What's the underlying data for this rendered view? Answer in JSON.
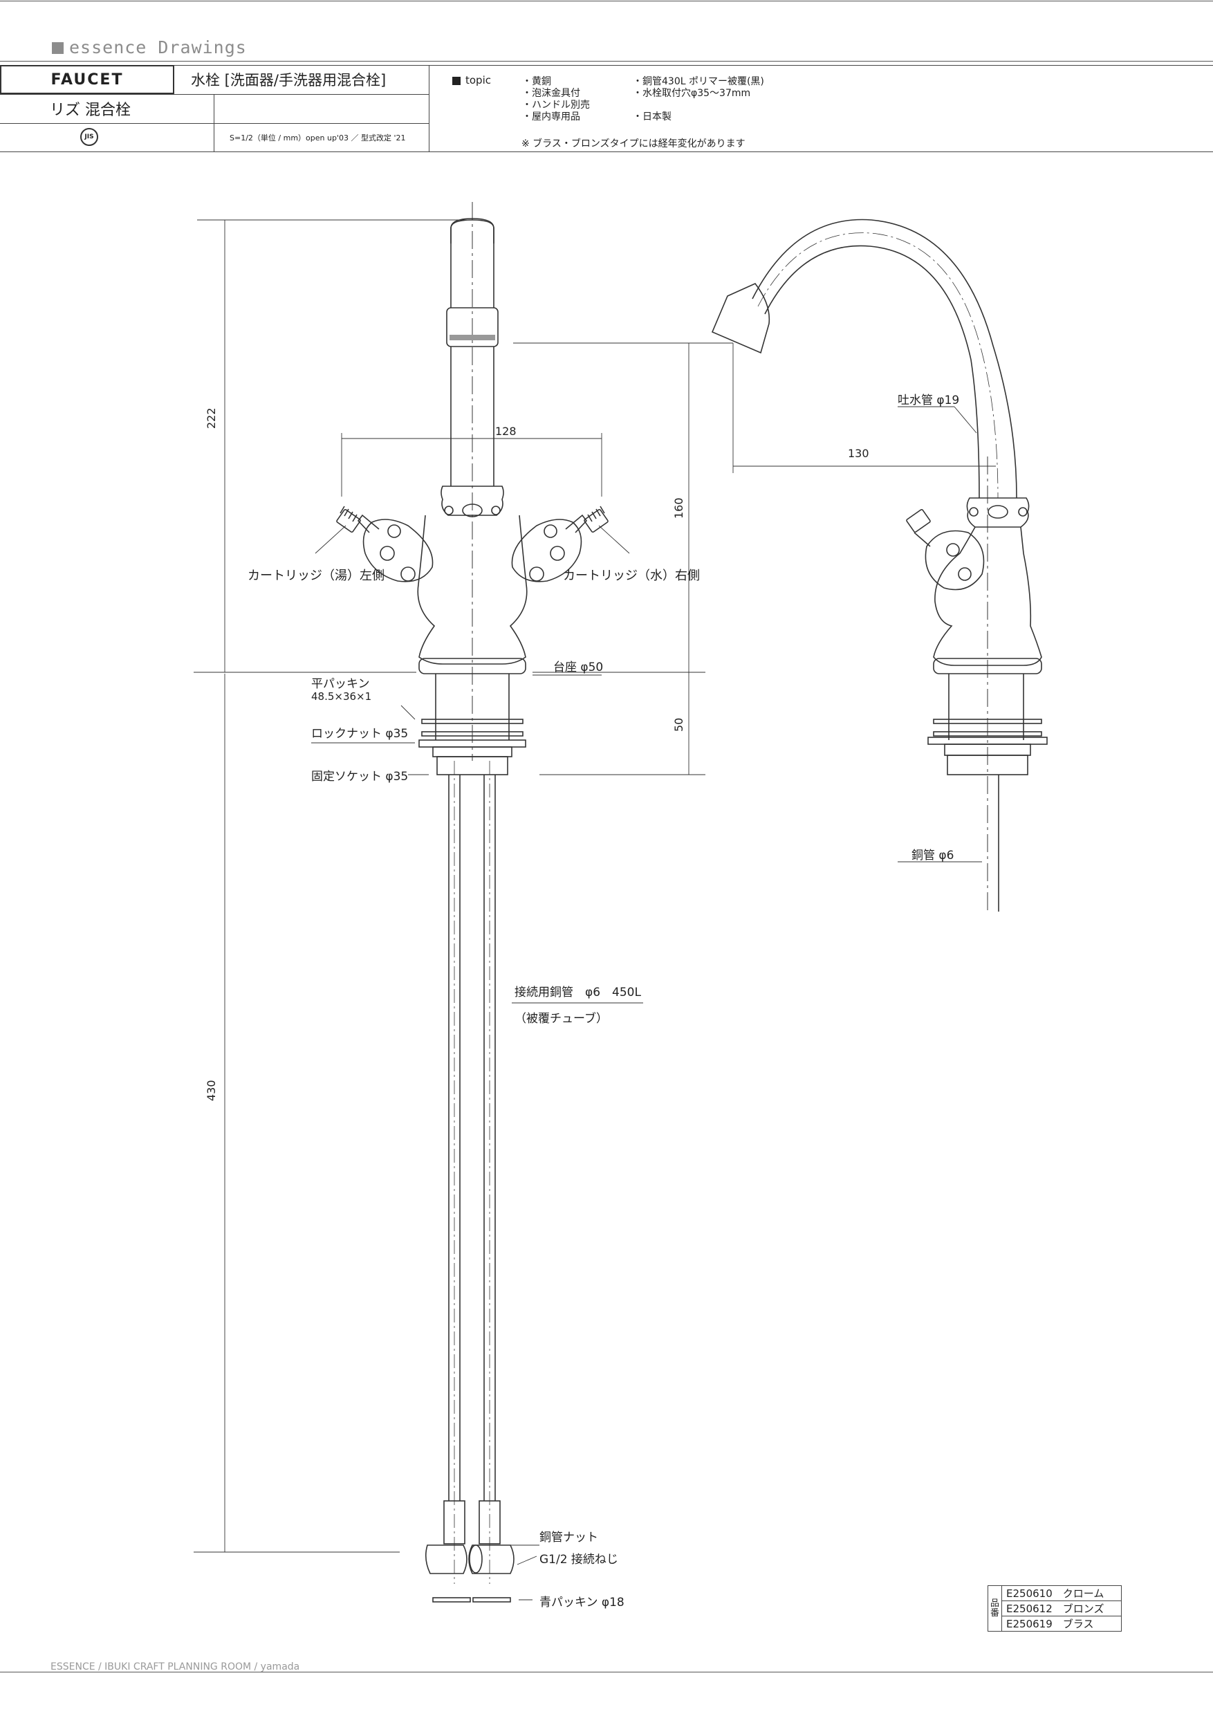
{
  "brand": "essence Drawings",
  "header": {
    "category": "FAUCET",
    "type": "水栓 [洗面器/手洗器用混合栓]",
    "product_name": "リズ 混合栓",
    "jis_mark": "JIS",
    "scale_note": "S=1/2（単位 / mm）open up'03 ／ 型式改定 '21",
    "topic_label": "topic",
    "topics_col1": [
      "・黄銅",
      "・泡沫金具付",
      "・ハンドル別売",
      "・屋内専用品"
    ],
    "topics_col2": [
      "・銅管430L ポリマー被覆(黒)",
      "・水栓取付穴φ35〜37mm",
      "",
      "・日本製"
    ],
    "note": "※ ブラス・ブロンズタイプには経年変化があります"
  },
  "drawing": {
    "dimensions": {
      "d222": "222",
      "d430": "430",
      "d128": "128",
      "d160": "160",
      "d50": "50",
      "d130": "130"
    },
    "labels": {
      "cartridge_left": "カートリッジ（湯）左側",
      "cartridge_right": "カートリッジ（水）右側",
      "base": "台座 φ50",
      "flat_packing": "平パッキン",
      "flat_packing_size": "48.5×36×1",
      "lock_nut": "ロックナット φ35",
      "fixed_socket": "固定ソケット φ35",
      "connect_pipe": "接続用銅管　φ6　450L",
      "coated_tube": "（被覆チューブ）",
      "copper_nut": "銅管ナット",
      "g_thread": "G1/2 接続ねじ",
      "blue_packing": "青パッキン φ18",
      "spout_pipe": "吐水管 φ19",
      "copper_pipe": "銅管 φ6"
    }
  },
  "product_table": {
    "side_label": "品番",
    "rows": [
      {
        "code": "E250610",
        "finish": "クローム"
      },
      {
        "code": "E250612",
        "finish": "ブロンズ"
      },
      {
        "code": "E250619",
        "finish": "ブラス"
      }
    ]
  },
  "footer": "ESSENCE / IBUKI CRAFT  PLANNING ROOM / yamada"
}
